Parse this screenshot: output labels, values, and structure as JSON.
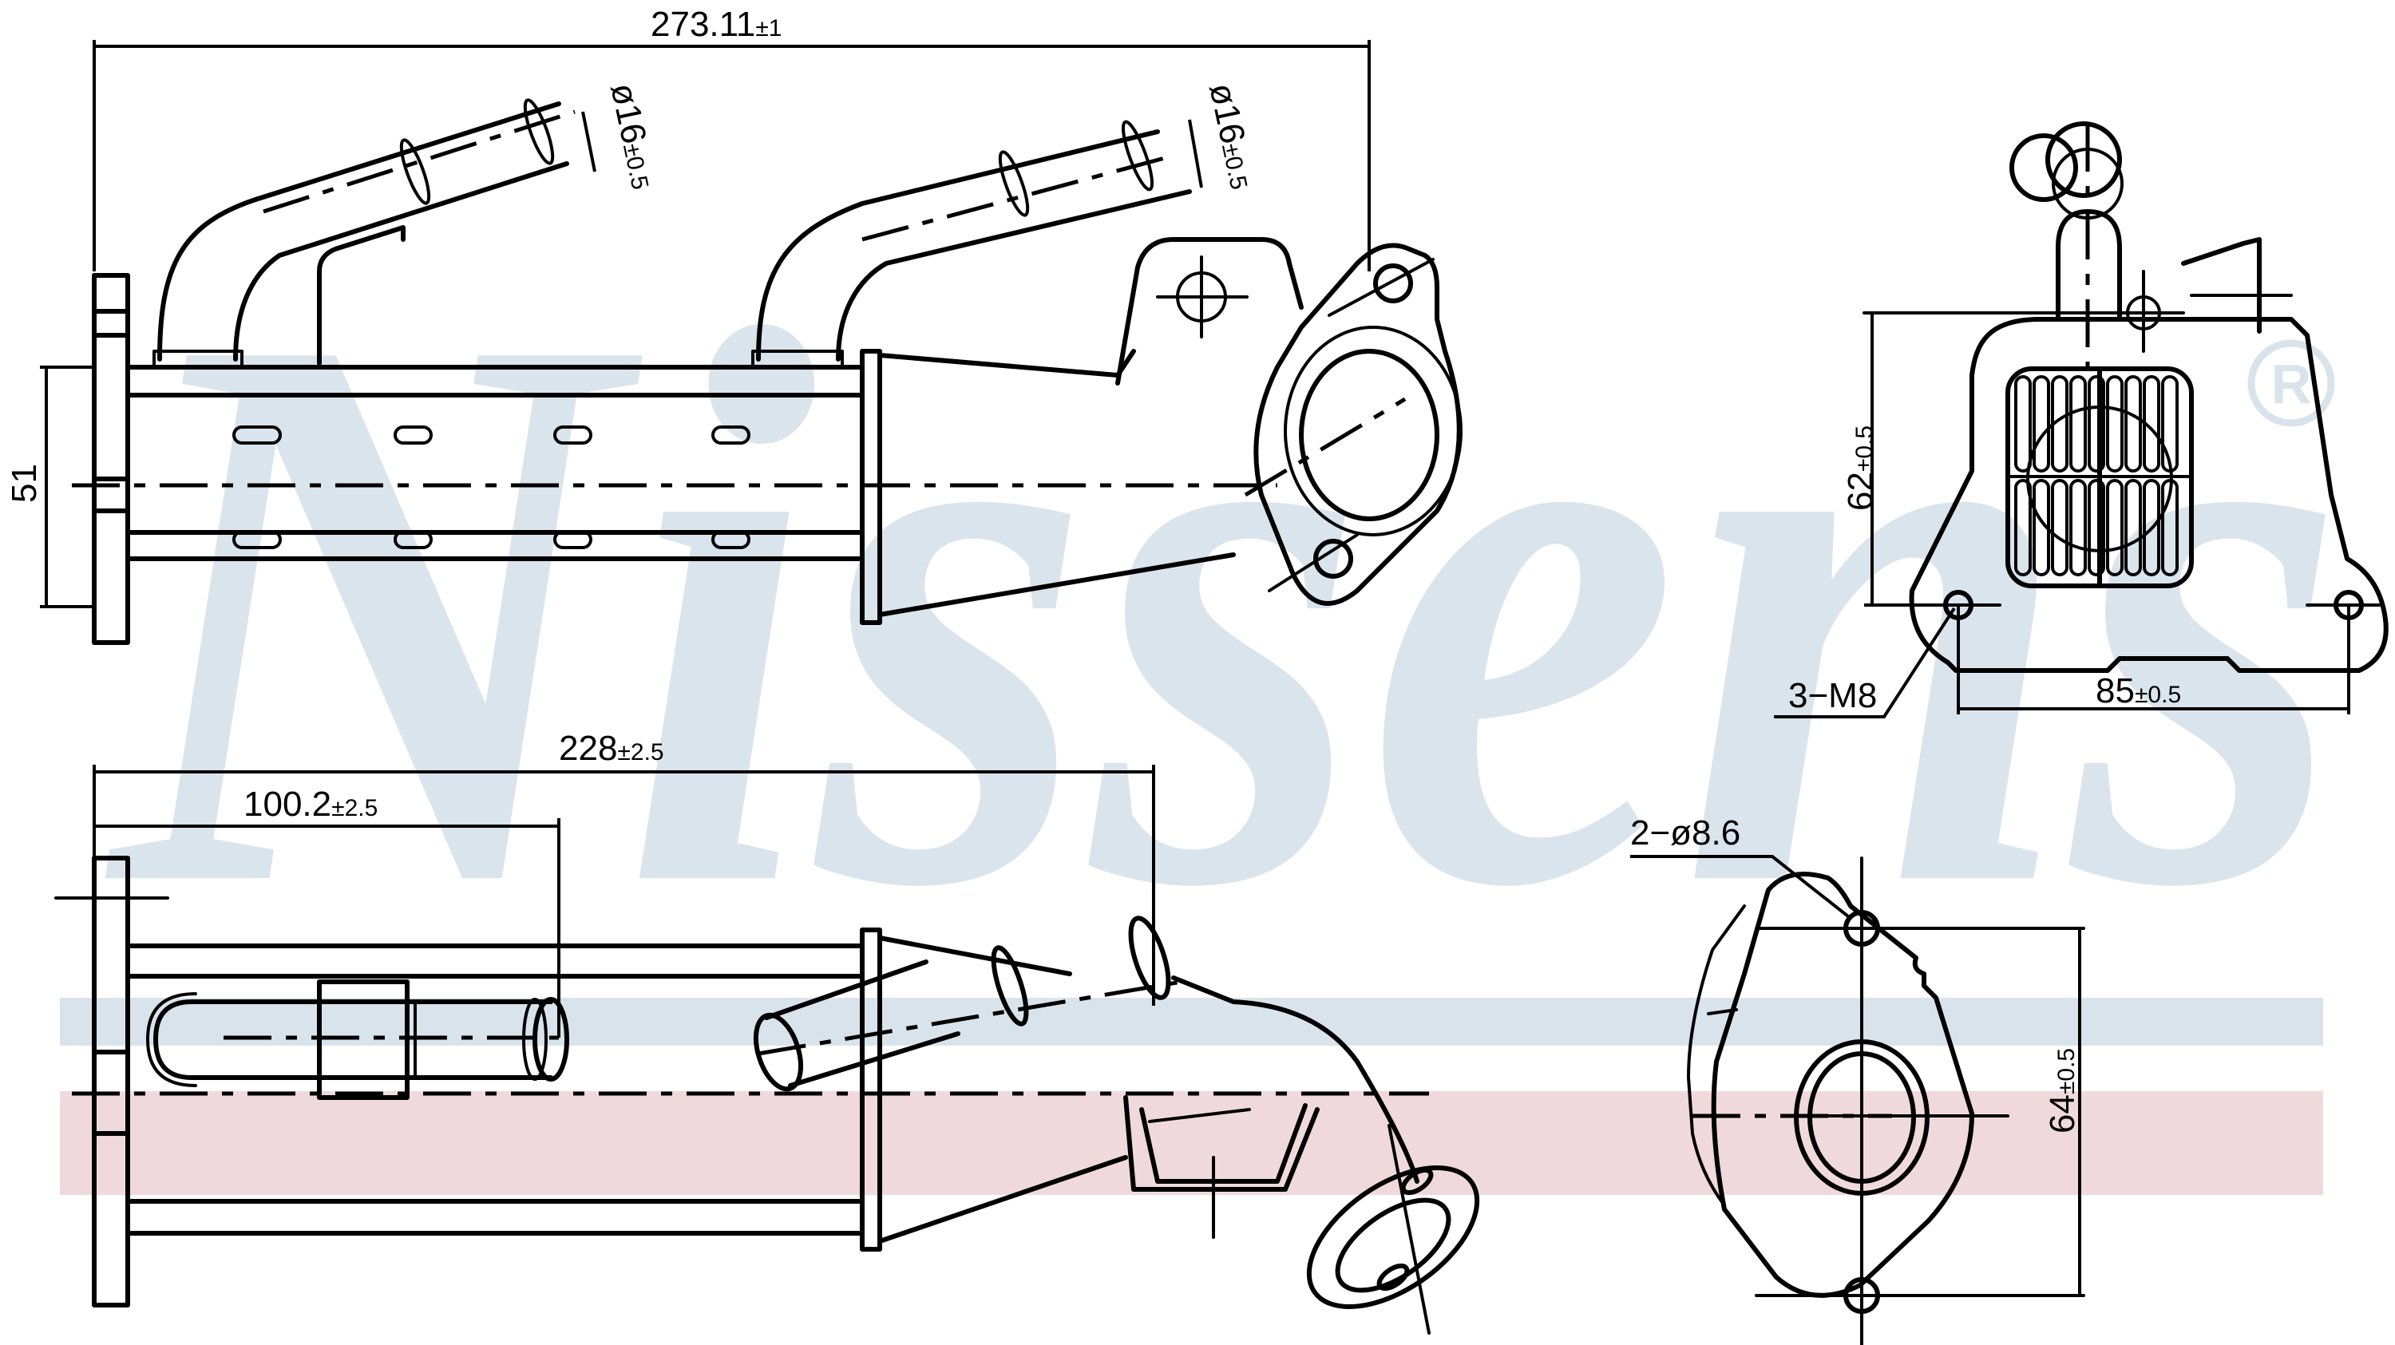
{
  "watermark": {
    "brand_text": "Nissens",
    "registered_mark": "®",
    "brand_color": "#d9e3ec",
    "stripe_blue_color": "#d9e3ec",
    "stripe_red_color": "#f0d9dc"
  },
  "views": {
    "top_view": {
      "overall_length": {
        "value": "273.11",
        "tolerance": "±1"
      },
      "height": {
        "value": "51"
      },
      "pipe_diameter_left": {
        "symbol": "ø",
        "value": "16",
        "tolerance": "±0.5"
      },
      "pipe_diameter_right": {
        "symbol": "ø",
        "value": "16",
        "tolerance": "±0.5"
      }
    },
    "end_view": {
      "height": {
        "value": "62",
        "tolerance": "±0.5"
      },
      "bolt_spacing": {
        "value": "85",
        "tolerance": "±0.5"
      },
      "thread_callout": "3−M8"
    },
    "side_view": {
      "pipe_outlet_distance": {
        "value": "228",
        "tolerance": "±2.5"
      },
      "pipe_inlet_distance": {
        "value": "100.2",
        "tolerance": "±2.5"
      }
    },
    "flange_view": {
      "hole_callout": "2−ø8.6",
      "hole_spacing": {
        "value": "64",
        "tolerance": "±0.5"
      }
    }
  },
  "colors": {
    "line": "#000000",
    "background": "#ffffff"
  }
}
